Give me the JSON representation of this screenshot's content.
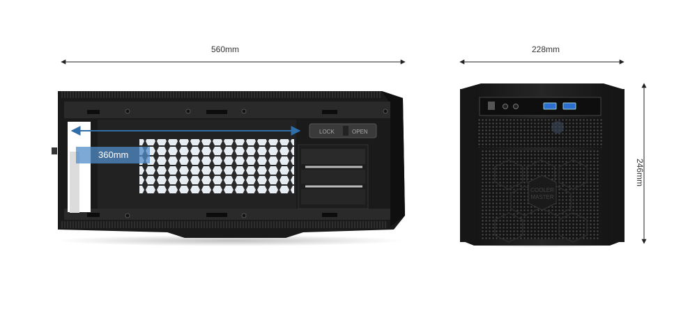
{
  "dimensions": {
    "side_length": "560mm",
    "front_width": "228mm",
    "front_height": "246mm",
    "radiator_support": "360mm"
  },
  "front_panel": {
    "logo_line1": "COOLER",
    "logo_line2": "MASTER"
  },
  "side_panel": {
    "bay_lock_label": "LOCK",
    "bay_open_label": "OPEN"
  },
  "colors": {
    "case_body": "#1a1a1a",
    "case_highlight": "#3a3a3a",
    "mesh_light": "#e9eef5",
    "radiator_tag": "#508cc8",
    "measure_arrow": "#2f6ea8",
    "usb_port": "#2d6fd0"
  }
}
